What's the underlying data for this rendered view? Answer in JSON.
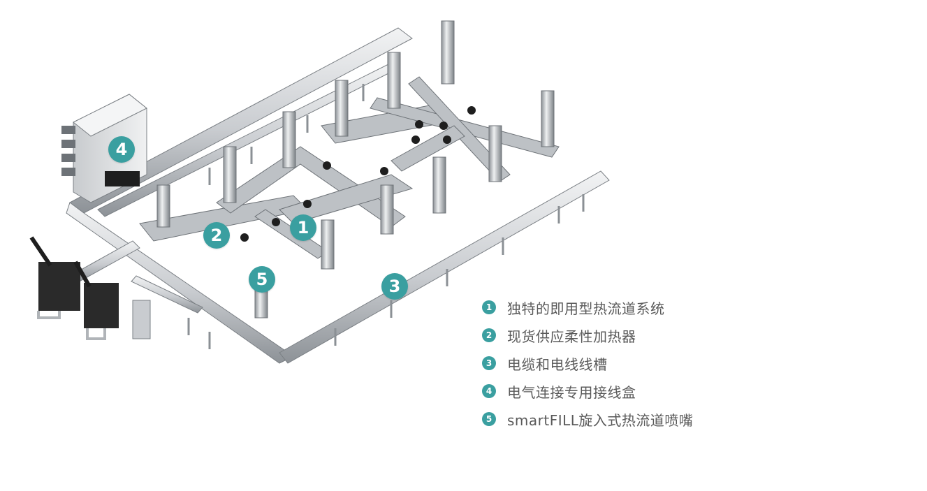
{
  "callouts": [
    {
      "number": "1",
      "label": "独特的即用型热流道系统"
    },
    {
      "number": "2",
      "label": "现货供应柔性加热器"
    },
    {
      "number": "3",
      "label": "电缆和电线线槽"
    },
    {
      "number": "4",
      "label": "电气连接专用接线盒"
    },
    {
      "number": "5",
      "label": "smartFILL旋入式热流道喷嘴"
    }
  ],
  "colors": {
    "accent": "#3a9fa0",
    "text": "#5a5a5a",
    "metal_light": "#e4e6e8",
    "metal_mid": "#b9bdc1",
    "metal_dark": "#6d7277",
    "black": "#1e1e1e"
  }
}
